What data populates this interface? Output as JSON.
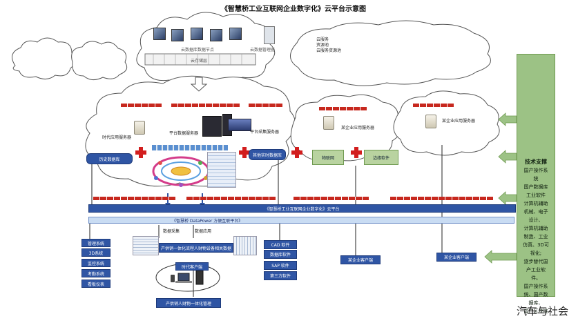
{
  "title": "《智慧桥工业互联网企业数字化》云平台示意图",
  "top_cloud": {
    "node_label": "云数据库数据节点",
    "mgmt_label": "云数据管理器",
    "storage_label": "云存储层"
  },
  "right_top_cloud_lines": [
    "云服务",
    "资源池",
    "云服务资源池"
  ],
  "main_cloud": {
    "time_app_server": "时代应用服务器",
    "platform_server": "平台数据服务器",
    "platform_collect_server": "平台采集服务器",
    "history_db": "历史数据库",
    "realtime_db": "其他实时数据库"
  },
  "cloud_b": {
    "server": "某企业应用服务器"
  },
  "cloud_c": {
    "server": "某企业应用服务器"
  },
  "iot_box": "物联网",
  "edge_box": "边缘软件",
  "bar_top": "《智慧桥工业互联网企业数字化》云平台",
  "bar_bottom": "《智慧桥 DataPower 方便互联平台》",
  "left_list": [
    "管理系统",
    "3D系统",
    "监控系统",
    "考勤系统",
    "看板仪表"
  ],
  "collect_labels": [
    "数据采集",
    "数据应用"
  ],
  "supply_chain_top": "产供销一体化流程人财物设备相关数据",
  "time_client": "时代客户端",
  "supply_chain_bottom": "产供销人财物一体化管理",
  "software_list": [
    "CAD 软件",
    "数据库软件",
    "SAP 软件",
    "第三方软件"
  ],
  "client_b": "某企业客户端",
  "client_c": "某企业客户端",
  "tech_panel": {
    "heading": "技术支撑",
    "lines": [
      "国产操作系",
      "统",
      "国产数据库",
      "工业软件",
      "计算机辅助",
      "机械、电子",
      "设计、",
      "计算机辅助",
      "制造、工业",
      "仿真、3D可",
      "视化;",
      "逐步替代国",
      "产工业软",
      "件。",
      "国产操作系",
      "统、国产数",
      "据库、",
      "国产区块链"
    ]
  },
  "watermark": "汽车与社会",
  "colors": {
    "blue": "#2f55a4",
    "red": "#c7281e",
    "green": "#9cc285"
  }
}
